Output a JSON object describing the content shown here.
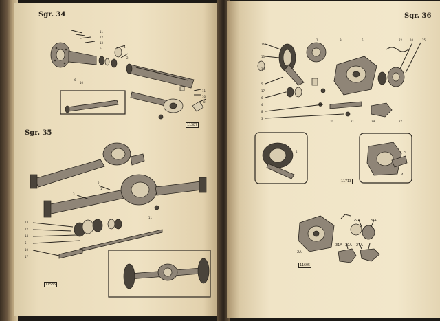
{
  "left_page": {
    "section_top": "Sgr. 34",
    "section_bottom": "Sgr. 35",
    "fig_code_top": "11387",
    "fig_code_bottom": "11536"
  },
  "right_page": {
    "section_top": "Sgr. 36",
    "fig_code_middle": "11713",
    "fig_code_bottom": "11605",
    "inset_parts": [
      "29A",
      "28A",
      "30A",
      "31A",
      "27A",
      "2A"
    ]
  }
}
